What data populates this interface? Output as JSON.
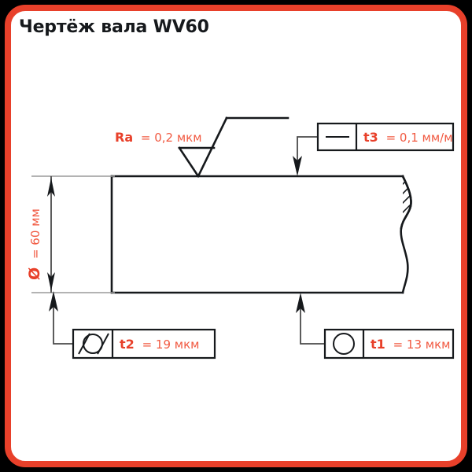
{
  "page": {
    "title": "Чертёж вала WV60",
    "border_color": "#E8402A",
    "background": "#FFFFFF",
    "outer_background": "#000000",
    "line_color": "#16191C",
    "accent_color": "#E8402A",
    "value_color": "#F15A42"
  },
  "drawing": {
    "type": "engineering-shaft-drawing",
    "part": "вал",
    "surface_finish": {
      "symbol": "roughness-triangle",
      "label": "Ra",
      "value": "= 0,2 мкм",
      "full": "Ra = 0,2 мкм"
    },
    "dimension_diameter": {
      "label": "Ø",
      "value": "= 60 мм",
      "full": "Ø = 60 мм",
      "orientation": "vertical"
    },
    "tolerance_frames": [
      {
        "id": "t3",
        "symbol": "straightness-icon",
        "label": "t3",
        "value": "= 0,1 мм/м",
        "full": "t3 = 0,1 мм/м",
        "position": "top-right"
      },
      {
        "id": "t2",
        "symbol": "cylindricity-icon",
        "label": "t2",
        "value": "= 19 мкм",
        "full": "t2 = 19 мкм",
        "position": "bottom-left"
      },
      {
        "id": "t1",
        "symbol": "roundness-icon",
        "label": "t1",
        "value": "= 13 мкм",
        "full": "t1 = 13 мкм",
        "position": "bottom-right"
      }
    ]
  }
}
